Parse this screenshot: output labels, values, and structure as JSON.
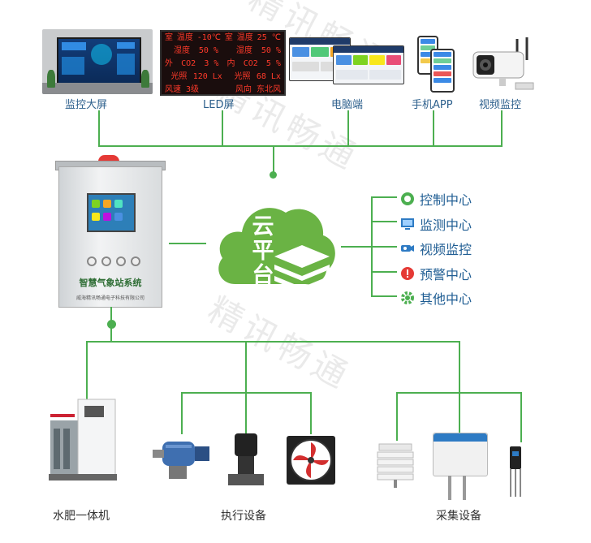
{
  "top_terminals": {
    "big_screen": "监控大屏",
    "led": "LED屏",
    "computer": "电脑端",
    "mobile": "手机APP",
    "video": "视频监控"
  },
  "led_panel": {
    "rows": [
      [
        "室",
        "温度",
        "-10℃",
        "室",
        "温度",
        "25 ℃"
      ],
      [
        "",
        "湿度",
        "50 %",
        "",
        "湿度",
        "50 %"
      ],
      [
        "外",
        "CO2",
        "3 %",
        "内",
        "CO2",
        "5 %"
      ],
      [
        "",
        "光照",
        "120 Lx",
        "",
        "光照",
        "68 Lx"
      ]
    ],
    "footer": [
      "风速 3级",
      "风向 东北风"
    ]
  },
  "cabinet": {
    "title": "智慧气象站系统",
    "subtitle": "威海精讯畅通电子科技有限公司"
  },
  "cloud": {
    "label_chars": [
      "云",
      "平",
      "台"
    ]
  },
  "center_list": [
    {
      "label": "控制中心",
      "icon": "target-ring-icon"
    },
    {
      "label": "监测中心",
      "icon": "monitor-icon"
    },
    {
      "label": "视频监控",
      "icon": "camera-icon"
    },
    {
      "label": "预警中心",
      "icon": "alert-icon"
    },
    {
      "label": "其他中心",
      "icon": "gear-icon"
    }
  ],
  "bottom_groups": {
    "fertigation": "水肥一体机",
    "actuators": "执行设备",
    "collectors": "采集设备"
  },
  "watermark": "精讯畅通",
  "colors": {
    "line": "#4caf50",
    "label": "#2c5f8c",
    "cloud": "#6ab344",
    "list_text": "#1f5d93"
  }
}
